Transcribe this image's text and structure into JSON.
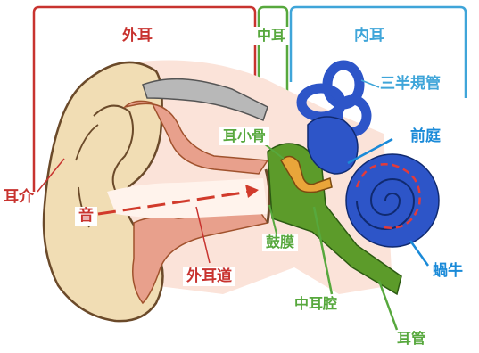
{
  "sections": {
    "outer_ear": "外耳",
    "middle_ear": "中耳",
    "inner_ear": "内耳"
  },
  "labels": {
    "pinna": "耳介",
    "sound": "音",
    "ear_canal": "外耳道",
    "ossicles": "耳小骨",
    "eardrum": "鼓膜",
    "tympanic_cavity": "中耳腔",
    "eustachian_tube": "耳管",
    "semicircular_canals": "三半規管",
    "vestibule": "前庭",
    "cochlea": "蝸牛"
  },
  "colors": {
    "outer": "#c8332f",
    "middle": "#57a83d",
    "inner": "#3fa5d9",
    "inner_dark": "#1a8ad8",
    "skin": "#f1ddb4",
    "skin_outline": "#6b4a2a",
    "tissue": "#e8a08c",
    "bone": "#b8b8b8",
    "cochlea_fill": "#2d55c8",
    "cavity_fill": "#5c9b2a"
  }
}
